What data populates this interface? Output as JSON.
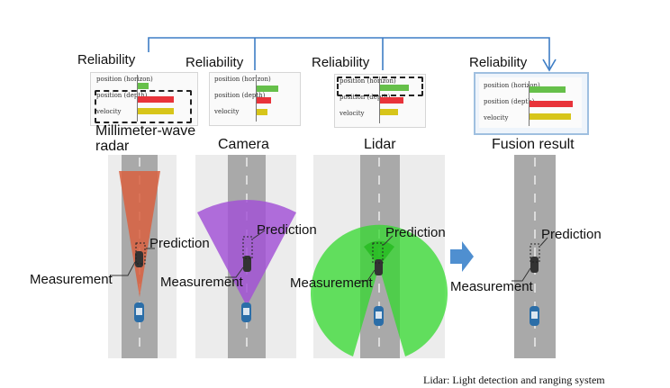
{
  "reliability_label": "Reliability",
  "panel_rows": [
    "position (horizon)",
    "position (depth)",
    "velocity"
  ],
  "sensors": [
    {
      "name": "Millimeter-wave radar",
      "line1": "Millimeter-wave",
      "line2": "radar"
    },
    {
      "name": "Camera"
    },
    {
      "name": "Lidar"
    },
    {
      "name": "Fusion result"
    }
  ],
  "prediction_label": "Prediction",
  "measurement_label": "Measurement",
  "footnote": "Lidar: Light detection and ranging system",
  "colors": {
    "good": "#66c04a",
    "bad": "#e8333a",
    "mid": "#d7c51a",
    "radar": "#d9603f",
    "camera": "#a14fd6",
    "lidar": "#33d92e",
    "arrow": "#4f8fd0",
    "connector": "#3d7dc5"
  },
  "reliability_bars": [
    {
      "sensor": "Millimeter-wave radar",
      "horizon": "low",
      "depth": "high",
      "velocity": "high"
    },
    {
      "sensor": "Camera",
      "horizon": "high",
      "depth": "medium",
      "velocity": "medium"
    },
    {
      "sensor": "Lidar",
      "horizon": "high",
      "depth": "medium",
      "velocity": "medium"
    },
    {
      "sensor": "Fusion result",
      "horizon": "high",
      "depth": "high",
      "velocity": "high"
    }
  ]
}
